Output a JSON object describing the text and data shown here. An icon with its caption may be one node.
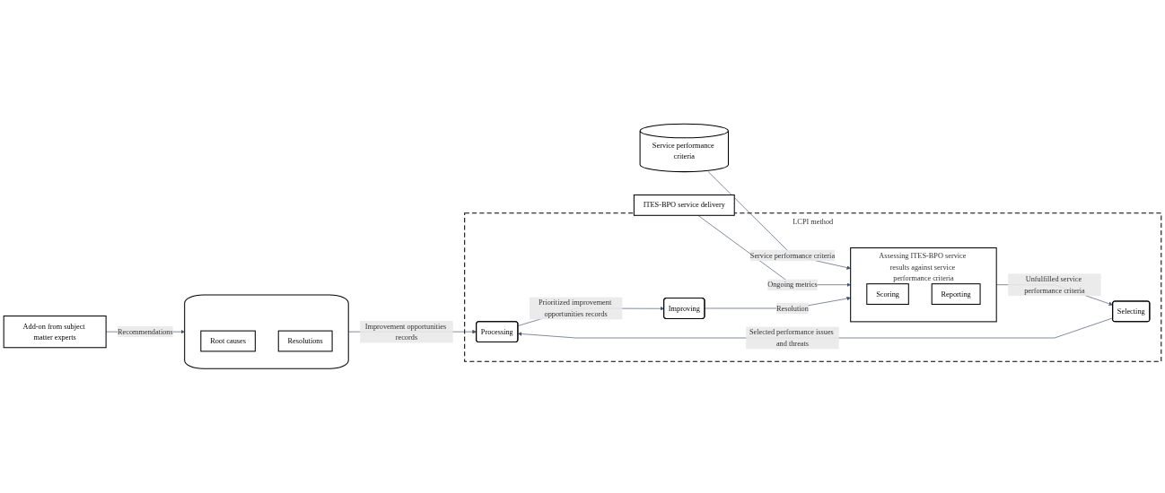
{
  "diagram": {
    "nodes": [
      {
        "text": [
          "LCPI method"
        ]
      },
      {
        "text": [
          "Assessing ITES-BPO service results against service performance criteria"
        ],
        "in": 0
      },
      {
        "text": [
          "Scoring"
        ],
        "in": 1
      },
      {
        "text": [
          "Reporting"
        ],
        "in": 1
      },
      {
        "text": [
          "Selecting"
        ],
        "in": 0
      },
      {
        "text": [
          "Processing"
        ],
        "in": 0
      },
      {
        "text": [
          "Improving"
        ],
        "in": 0
      },
      {
        "text": [
          "Service performance criteria"
        ]
      },
      {
        "text": [
          "ITES-BPO service delivery"
        ]
      },
      {
        "text": [
          "Add-on from subject matter experts"
        ]
      },
      {
        "text": [],
        "shape": "cylinder"
      },
      {
        "text": [
          "Root causes"
        ],
        "in": 10
      },
      {
        "text": [
          "Resolutions"
        ],
        "in": 10
      }
    ],
    "edges": [
      {
        "from": 7,
        "to": 1,
        "arrow": "to",
        "label": "Service performance criteria"
      },
      {
        "from": 8,
        "to": 1,
        "arrow": "to",
        "label": "Ongoing metrics"
      },
      {
        "from": 1,
        "to": 4,
        "arrow": "to",
        "label": "Unfulfilled service performance criteria"
      },
      {
        "from": 4,
        "to": 5,
        "arrow": "to",
        "label": "Selected performance issues and threats"
      },
      {
        "from": 5,
        "to": 6,
        "arrow": "to",
        "label": "Prioritized improvement opportunities records"
      },
      {
        "from": 6,
        "to": 1,
        "arrow": "to",
        "label": "Resolution"
      },
      {
        "from": 9,
        "to": 10,
        "arrow": "to",
        "label": "Recommendations"
      },
      {
        "from": 10,
        "to": 5,
        "arrow": "to",
        "label": "Improvement opportunities records"
      }
    ]
  }
}
